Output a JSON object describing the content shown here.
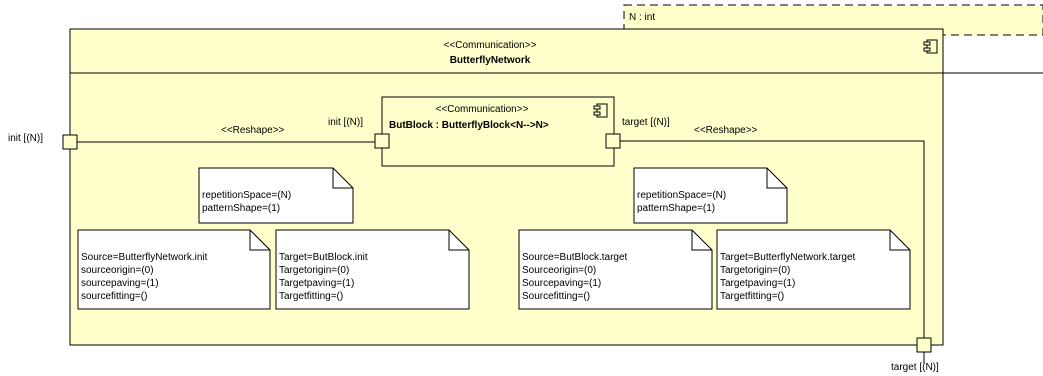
{
  "template_param": "N : int",
  "outer": {
    "stereotype": "<<Communication>>",
    "name": "ButterflyNetwork"
  },
  "inner": {
    "stereotype": "<<Communication>>",
    "name": "ButBlock : ButterflyBlock<N-->N>"
  },
  "ports": {
    "outer_init": "init [(N)]",
    "inner_init": "init [(N)]",
    "inner_target": "target [(N)]",
    "outer_target": "target [(N)]"
  },
  "connectors": {
    "left": "<<Reshape>>",
    "right": "<<Reshape>>"
  },
  "notes": {
    "left_tiler": [
      "repetitionSpace=(N)",
      "patternShape=(1)"
    ],
    "right_tiler": [
      "repetitionSpace=(N)",
      "patternShape=(1)"
    ],
    "source_init": [
      "Source=ButterflyNetwork.init",
      "sourceorigin=(0)",
      "sourcepaving=(1)",
      "sourcefitting=()"
    ],
    "target_init": [
      "Target=ButBlock.init",
      "Targetorigin=(0)",
      "Targetpaving=(1)",
      "Targetfitting=()"
    ],
    "source_target": [
      "Source=ButBlock.target",
      "Sourceorigin=(0)",
      "Sourcepaving=(1)",
      "Sourcefitting=()"
    ],
    "target_target": [
      "Target=ButterflyNetwork.target",
      "Targetorigin=(0)",
      "Targetpaving=(1)",
      "Targetfitting=()"
    ]
  },
  "colors": {
    "block_fill": "#ffffcc",
    "line": "#000000",
    "note_fill": "#ffffff"
  }
}
